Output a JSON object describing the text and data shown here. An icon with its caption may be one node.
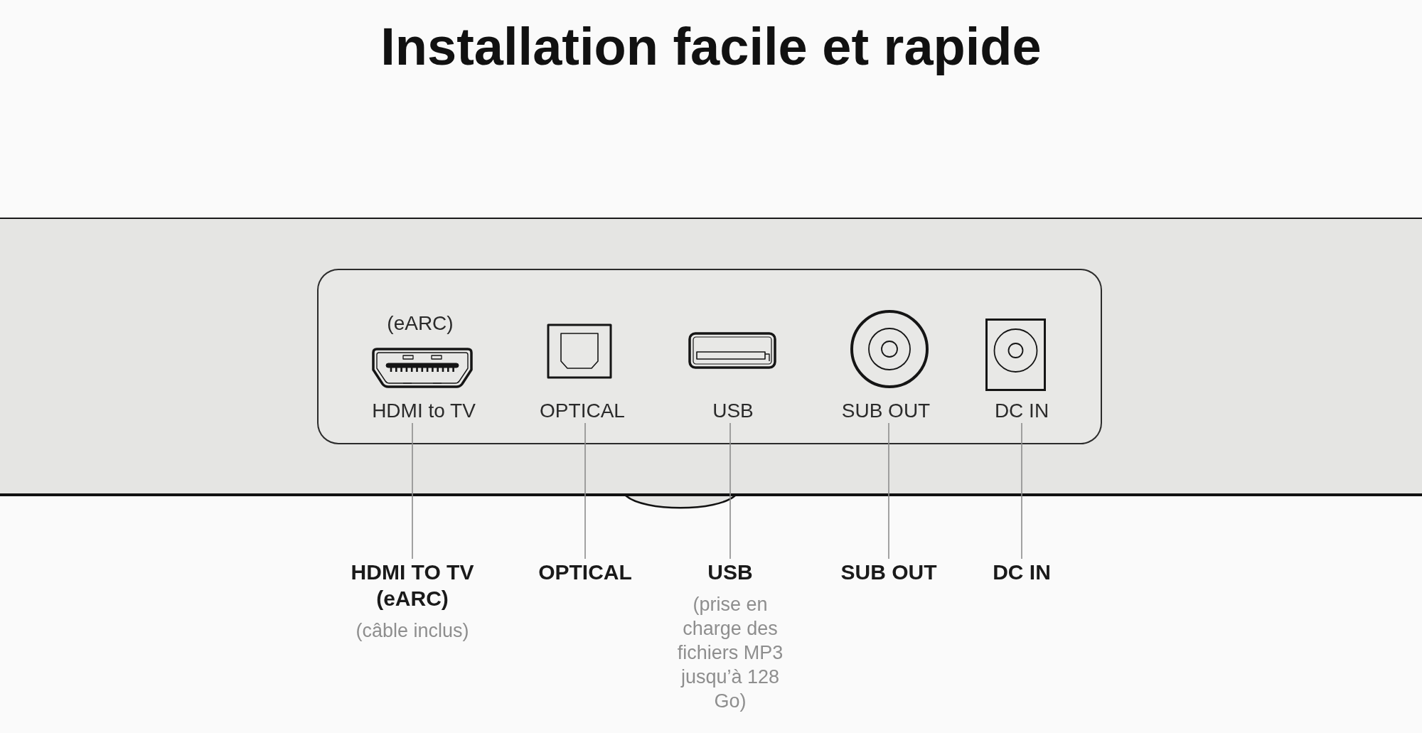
{
  "diagram": {
    "title": "Installation facile et rapide",
    "nodes": [
      {
        "text": [],
        "shape": "bar"
      },
      {
        "text": [],
        "shape": "box",
        "in": 0
      },
      {
        "text": [
          "HDMI to TV"
        ],
        "in": 1
      },
      {
        "text": [
          "OPTICAL"
        ],
        "in": 1
      },
      {
        "text": [
          "USB"
        ],
        "in": 1
      },
      {
        "text": [
          "SUB OUT"
        ],
        "in": 1
      },
      {
        "text": [
          "DC IN"
        ],
        "in": 1
      },
      {
        "text": [
          "HDMI TO TV (eARC)",
          "(câble inclus)"
        ]
      },
      {
        "text": [
          "OPTICAL"
        ]
      },
      {
        "text": [
          "USB",
          "(prise en charge des fichiers MP3 jusqu’à 128 Go)"
        ]
      },
      {
        "text": [
          "SUB OUT"
        ]
      },
      {
        "text": [
          "DC IN"
        ]
      }
    ],
    "edges": [
      {
        "from": 2,
        "to": 7,
        "arrow": "none"
      },
      {
        "from": 3,
        "to": 8,
        "arrow": "none"
      },
      {
        "from": 4,
        "to": 9,
        "arrow": "none"
      },
      {
        "from": 5,
        "to": 10,
        "arrow": "none"
      },
      {
        "from": 6,
        "to": 11,
        "arrow": "none"
      }
    ],
    "labels": [
      "(eARC)"
    ]
  }
}
